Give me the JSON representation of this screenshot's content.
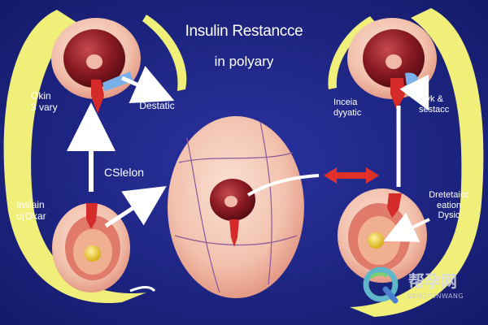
{
  "title": "Insulin Restancce",
  "subtitle": "in polyary",
  "labels": {
    "left_top": "Okin\n3 vary",
    "left_mid": "Destatic",
    "center": "CSlelon",
    "left_bottom": "Inslain\no(Okar",
    "right_top_a": "Inceia\ndyyatic",
    "right_top_b": "Oyk &\nsestacc",
    "right_mid": "Dretetaicc\neation\nDysic"
  },
  "watermark": {
    "text": "帮孕网",
    "sub": "BANGYUNWANG"
  },
  "colors": {
    "background": "#1b2380",
    "frame_yellow": "#f0ef7a",
    "organ_pink": "#f4c4b0",
    "follicle_red": "#8a1a22",
    "arrow_red": "#e0302a",
    "arrow_white": "#ffffff",
    "accent_blue": "#6fa8e8"
  }
}
